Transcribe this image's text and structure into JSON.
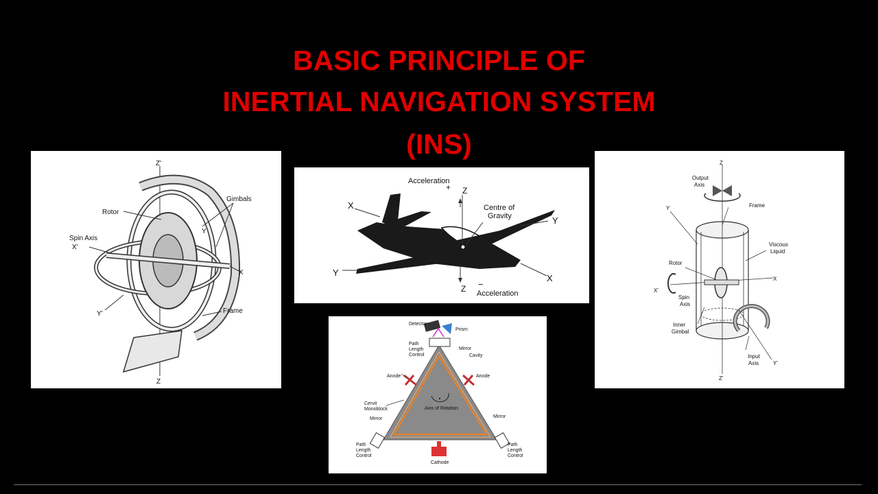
{
  "title": {
    "line1": "BASIC PRINCIPLE OF",
    "line2": "INERTIAL NAVIGATION SYSTEM",
    "line3": "(INS)"
  },
  "colors": {
    "background": "#000000",
    "title": "#e00000",
    "panel": "#ffffff"
  },
  "gyroscope": {
    "z_top": "Z'",
    "gimbals": "Gimbals",
    "rotor": "Rotor",
    "spin_axis": "Spin Axis",
    "x_prime": "X'",
    "y": "Y",
    "x": "X",
    "y_prime": "Y'",
    "frame": "Frame",
    "z_bottom": "Z"
  },
  "aircraft": {
    "acceleration_top": "Acceleration",
    "plus": "+",
    "z_top": "Z",
    "centre_of_gravity_1": "Centre of",
    "centre_of_gravity_2": "Gravity",
    "x_left": "X",
    "y_right": "Y",
    "y_left": "Y",
    "x_right": "X",
    "z_bottom": "Z",
    "minus": "−",
    "acceleration_bottom": "Acceleration"
  },
  "ring_laser": {
    "detector": "Detector",
    "prism": "Prism",
    "path_length_control_top_1": "Path",
    "path_length_control_top_2": "Length",
    "path_length_control_top_3": "Control",
    "mirror_top": "Mirror",
    "cavity": "Cavity",
    "anode_left": "Anode",
    "anode_right": "Anode",
    "axis_of_rotation": "Axis of Rotation",
    "cervit_1": "Cervit",
    "cervit_2": "Monoblock",
    "mirror_left": "Mirror",
    "mirror_right": "Mirror",
    "plc_left_1": "Path",
    "plc_left_2": "Length",
    "plc_left_3": "Control",
    "plc_right_1": "Path",
    "plc_right_2": "Length",
    "plc_right_3": "Control",
    "cathode": "Cathode"
  },
  "rate_integrating_gyro": {
    "z": "Z",
    "output_axis_1": "Output",
    "output_axis_2": "Axis",
    "frame": "Frame",
    "y": "Y",
    "viscous_1": "Viscous",
    "viscous_2": "Liquid",
    "rotor": "Rotor",
    "x": "X",
    "x_prime": "X'",
    "spin_axis_1": "Spin",
    "spin_axis_2": "Axis",
    "inner_gimbal_1": "Inner",
    "inner_gimbal_2": "Gimbal",
    "input_axis_1": "Input",
    "input_axis_2": "Axis",
    "y_prime": "Y'",
    "z_prime": "Z'"
  }
}
